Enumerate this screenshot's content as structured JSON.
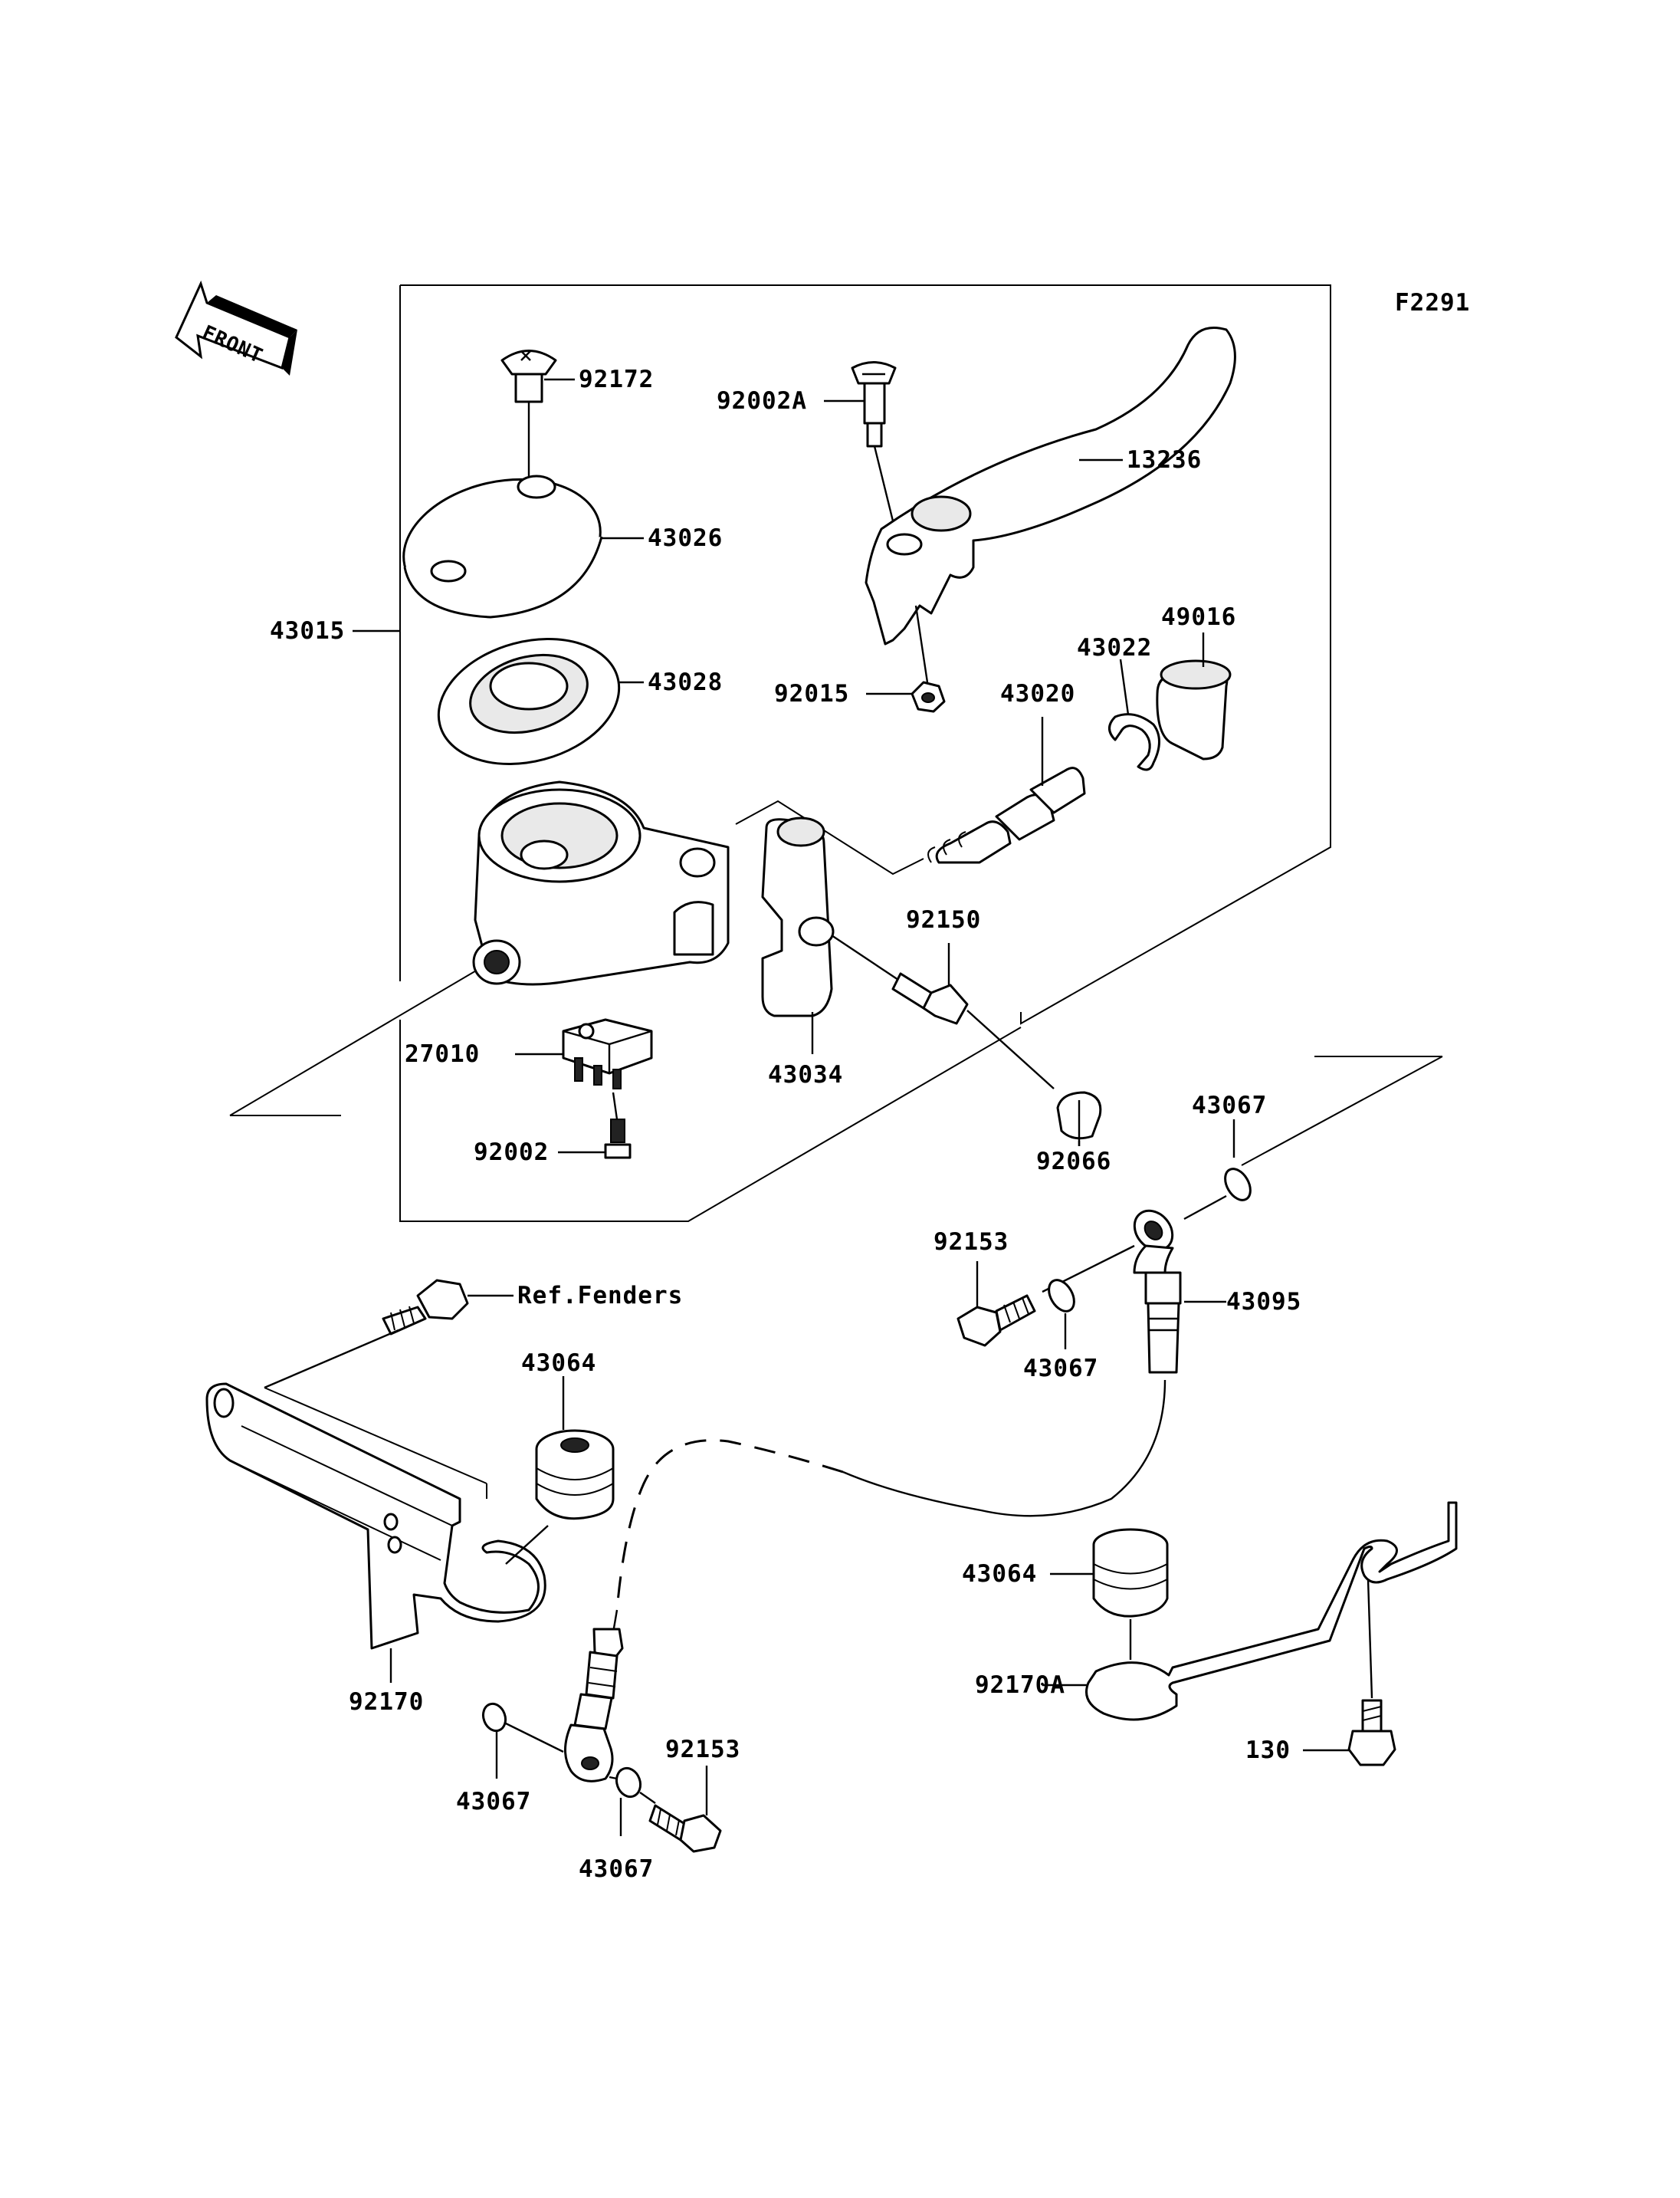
{
  "diagram": {
    "code": "F2291",
    "front_label": "FRONT",
    "labels": {
      "p92172": "92172",
      "p43026": "43026",
      "p43015": "43015",
      "p43028": "43028",
      "p92002A": "92002A",
      "p13236": "13236",
      "p92015": "92015",
      "p43020": "43020",
      "p43022": "43022",
      "p49016": "49016",
      "p92150": "92150",
      "p27010": "27010",
      "p43034": "43034",
      "p92002": "92002",
      "p92066": "92066",
      "p43067_a": "43067",
      "p92153_a": "92153",
      "p43095": "43095",
      "p43067_b": "43067",
      "ref_fenders": "Ref.Fenders",
      "p43064_a": "43064",
      "p92170": "92170",
      "p43064_b": "43064",
      "p92170A": "92170A",
      "p130": "130",
      "p92153_b": "92153",
      "p43067_c": "43067",
      "p43067_d": "43067"
    }
  }
}
